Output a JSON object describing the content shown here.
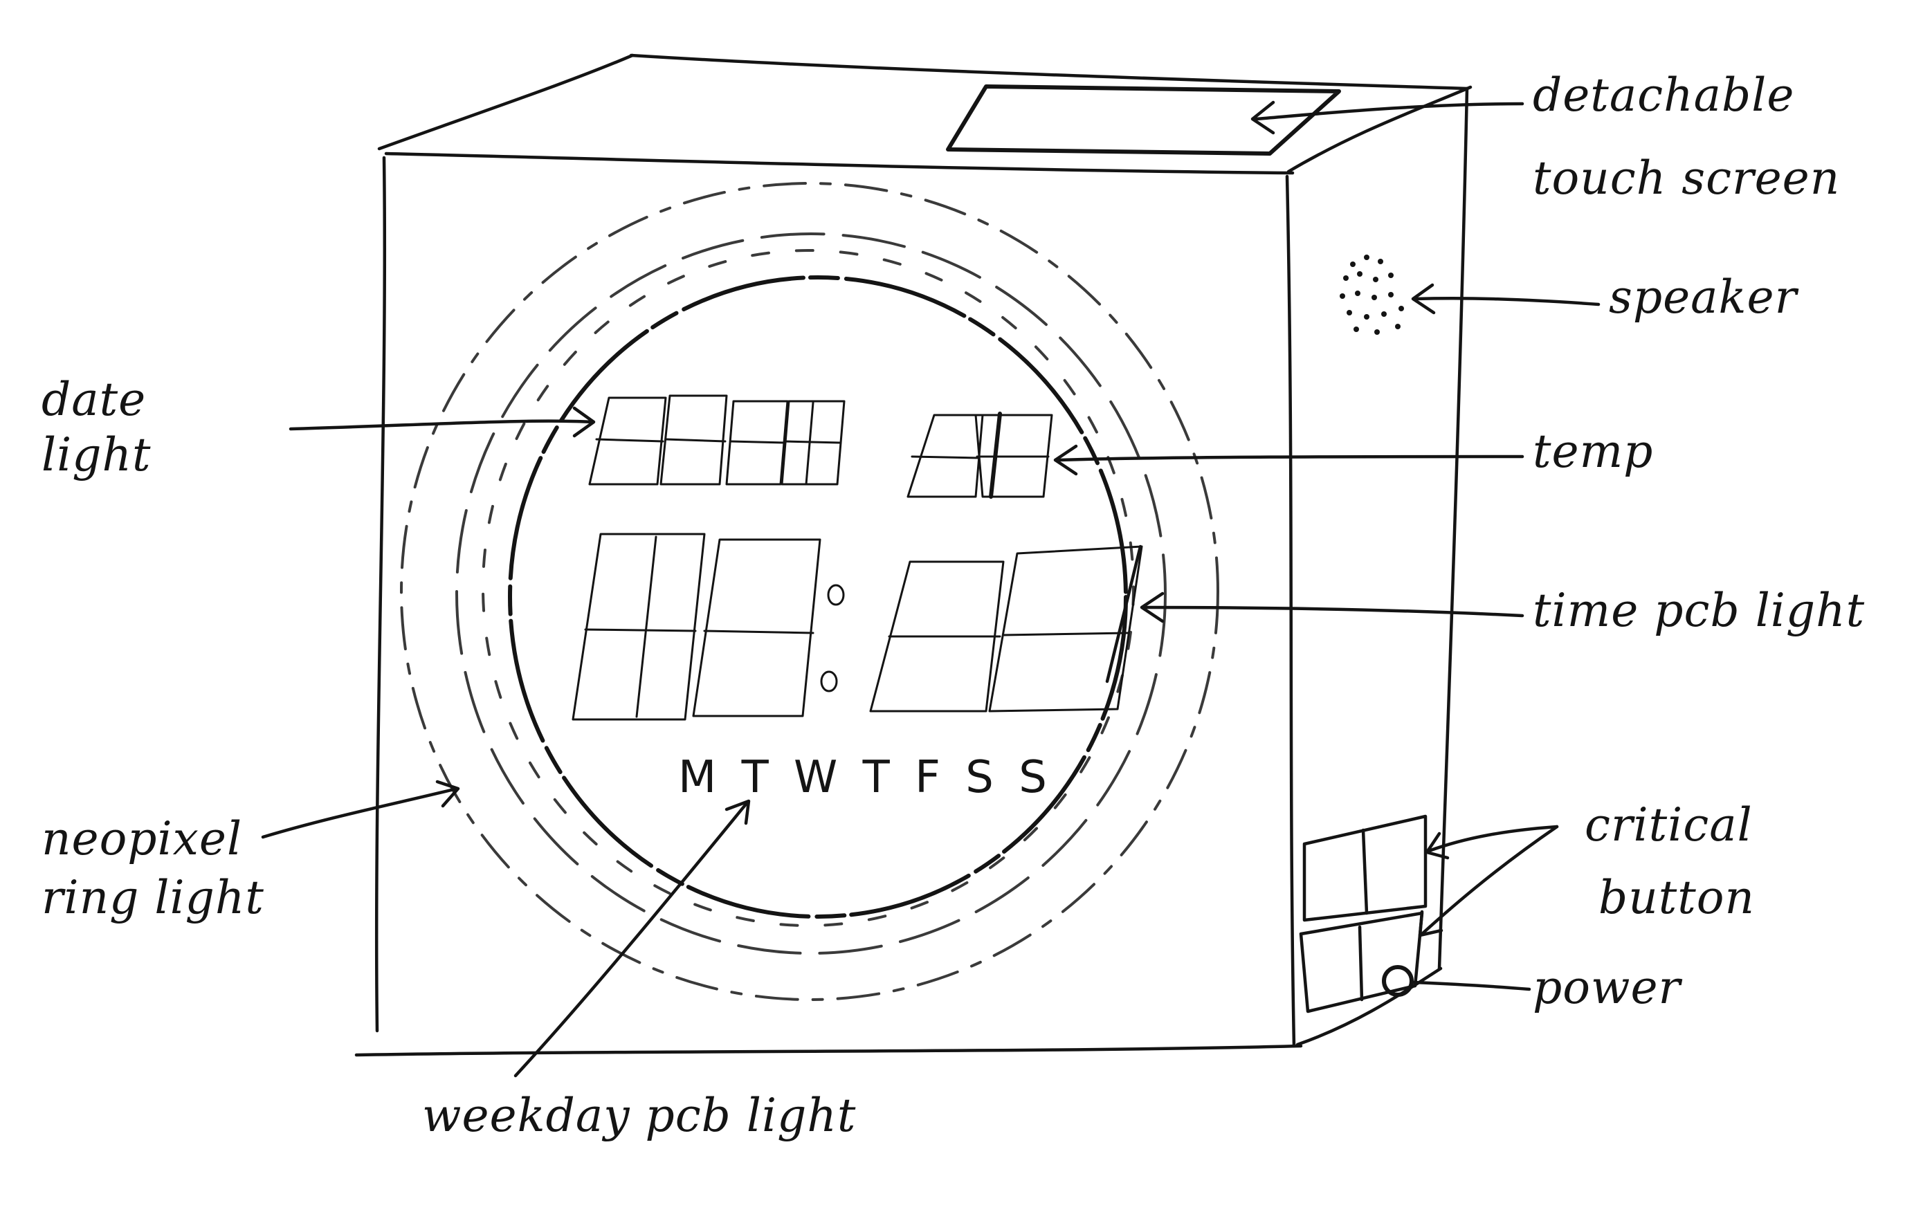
{
  "labels": {
    "detachable_touch_screen": [
      "detachable",
      "touch screen"
    ],
    "speaker": "speaker",
    "date_light": [
      "date",
      "light"
    ],
    "temp": "temp",
    "time_pcb_light": "time pcb light",
    "neopixel_ring_light": [
      "neopixel",
      "ring light"
    ],
    "critical_button": [
      "critical",
      "button"
    ],
    "power": "power",
    "weekday_pcb_light": "weekday pcb light"
  },
  "display": {
    "weekdays": "M T W T F S S"
  }
}
